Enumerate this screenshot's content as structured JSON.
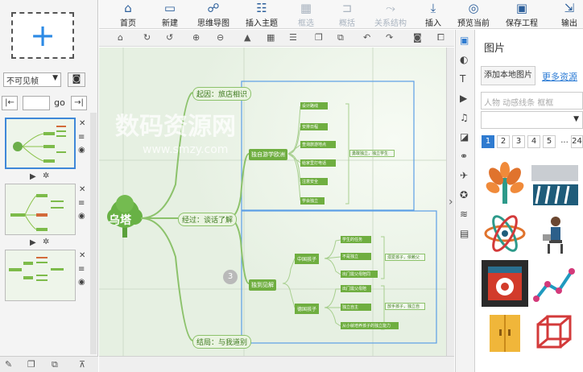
{
  "toolbar": {
    "home": "首页",
    "new": "新建",
    "mindmap": "思维导图",
    "insert_topic": "插入主题",
    "frame": "框选",
    "summary": "概括",
    "relation": "关系结构",
    "insert": "插入",
    "preview": "预览当前",
    "save": "保存工程",
    "export": "输出"
  },
  "left_panel": {
    "visibility": "不可见帧",
    "go": "go"
  },
  "map": {
    "root": "乌塔",
    "branch_top": "起因：旅店相识",
    "branch_mid": "经过：谈话了解",
    "branch_bot": "结局：与我道别",
    "node_a": "独自游学欧洲",
    "node_a_summary": "勇敢独立，独立学生",
    "node_a_items": [
      "设计路线",
      "安排日程",
      "查询旅游地点",
      "给家里打电话",
      "注意安全",
      "学会独立"
    ],
    "node_b": "独到见解",
    "node_b1": "中国孩子",
    "node_b1_items": [
      "学生的任务",
      "不是独立",
      "出门需父母陪同"
    ],
    "node_b1_summary": "溺爱孩子，依赖父母",
    "node_b2": "德国孩子",
    "node_b2_items": [
      "出门需父母陪同",
      "独立自主",
      "从小就培养孩子的独立能力"
    ],
    "node_b2_summary": "放手孩子，独立自主",
    "badge": "3",
    "watermark_cn": "数码资源网",
    "watermark_en": "www.smzy.com"
  },
  "right_panel": {
    "title": "图片",
    "add_local": "添加本地图片",
    "more": "更多资源",
    "search_placeholder": "人物 动感线条 框框",
    "pages": [
      "1",
      "2",
      "3",
      "4",
      "5",
      "...",
      "24"
    ]
  }
}
